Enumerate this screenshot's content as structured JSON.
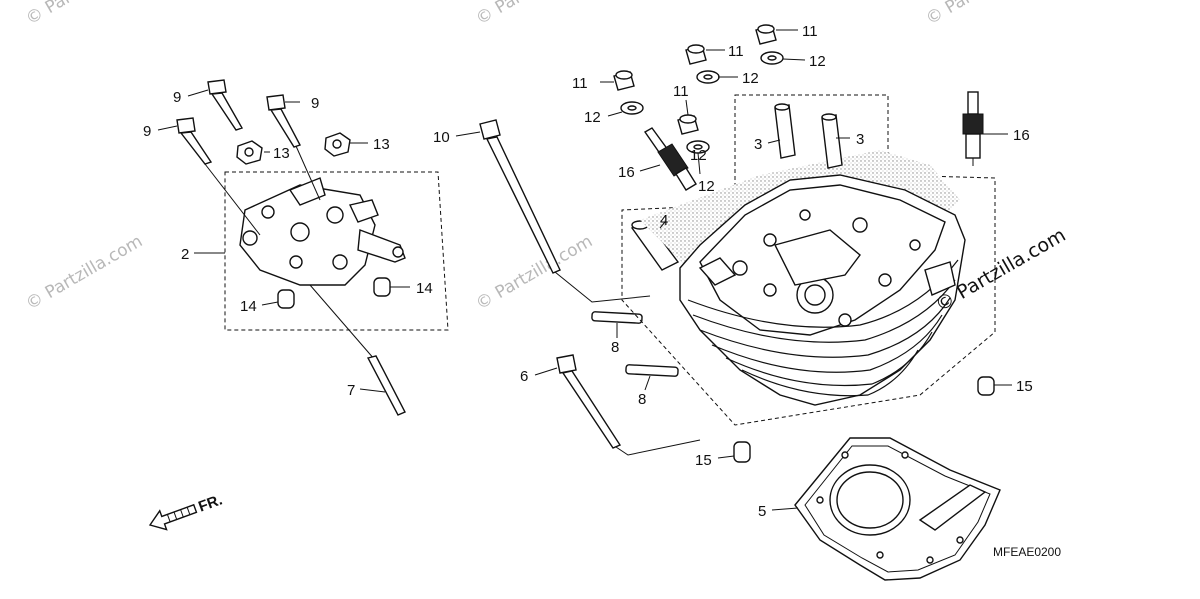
{
  "watermark": {
    "text": "© Partzilla.com",
    "main_text": "© Partzilla.com"
  },
  "diagram_code": "MFEAE0200",
  "front_arrow_label": "FR.",
  "callouts": {
    "c2": "2",
    "c3a": "3",
    "c3b": "3",
    "c4": "4",
    "c5": "5",
    "c6": "6",
    "c7": "7",
    "c8a": "8",
    "c8b": "8",
    "c9a": "9",
    "c9b": "9",
    "c9c": "9",
    "c10": "10",
    "c11a": "11",
    "c11b": "11",
    "c11c": "11",
    "c11d": "11",
    "c12a": "12",
    "c12b": "12",
    "c12c": "12",
    "c12d": "12",
    "c12e": "12",
    "c13a": "13",
    "c13b": "13",
    "c14a": "14",
    "c14b": "14",
    "c15a": "15",
    "c15b": "15",
    "c16a": "16",
    "c16b": "16"
  },
  "colors": {
    "ink": "#111111",
    "watermark": "#b8b8b8",
    "background": "#ffffff"
  }
}
